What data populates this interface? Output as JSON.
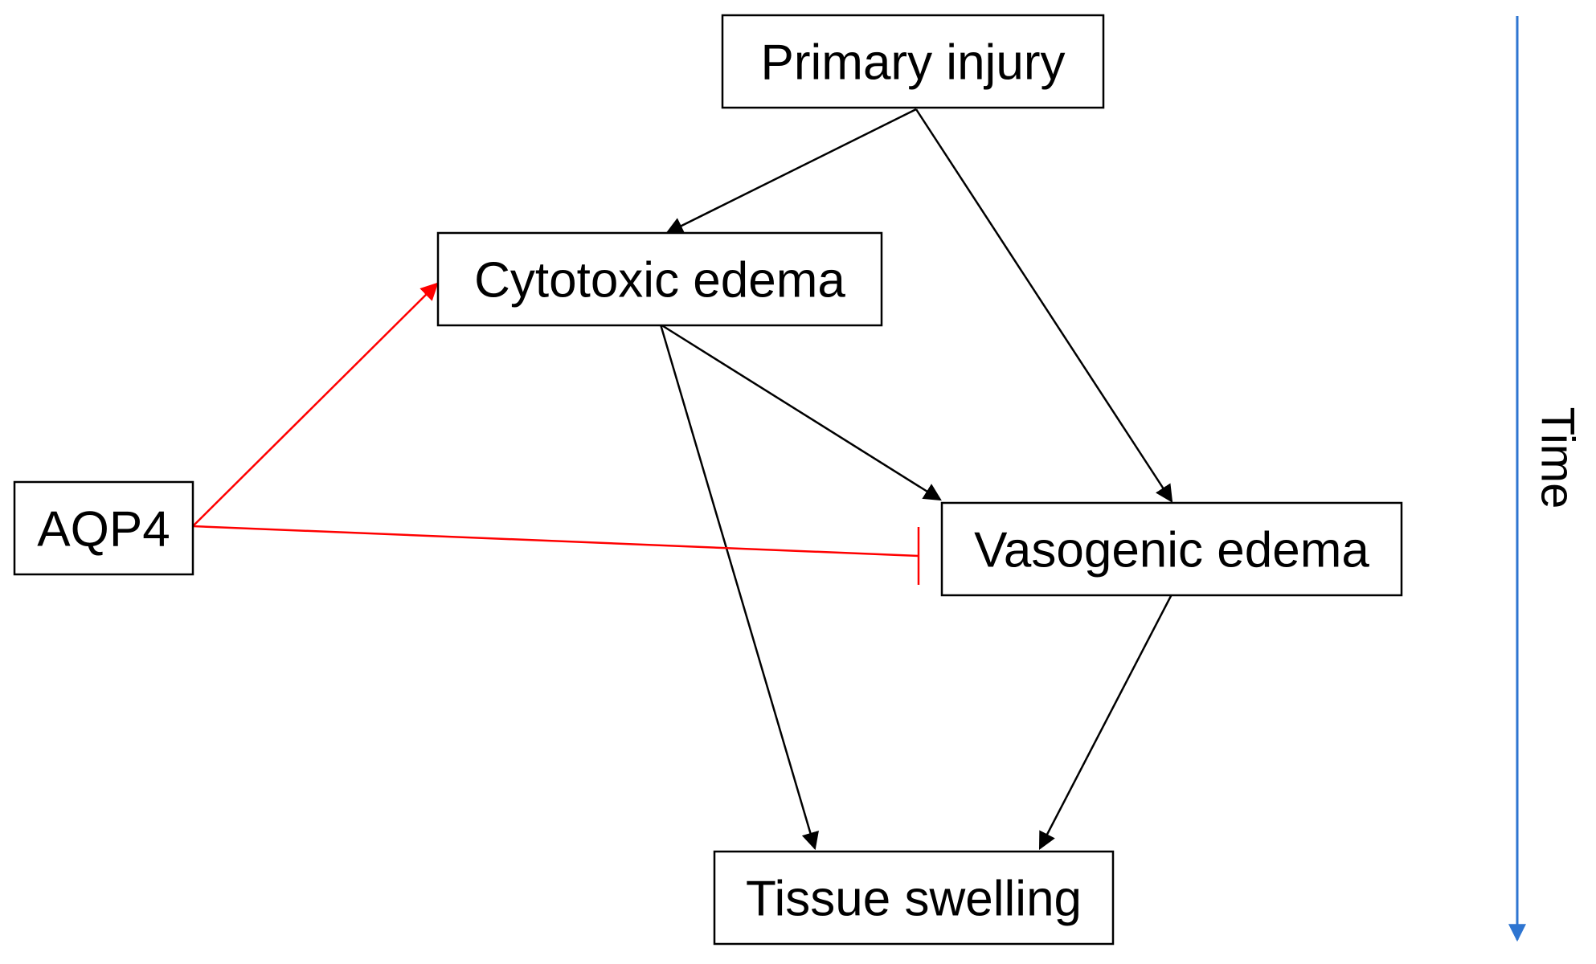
{
  "nodes": {
    "primary_injury": "Primary injury",
    "cytotoxic_edema": "Cytotoxic edema",
    "aqp4": "AQP4",
    "vasogenic_edema": "Vasogenic edema",
    "tissue_swelling": "Tissue swelling"
  },
  "time_axis": {
    "label": "Time",
    "direction": "downward",
    "color": "#2e75d1"
  },
  "edges": [
    {
      "from": "Primary injury",
      "to": "Cytotoxic edema",
      "type": "activation",
      "color": "#000000"
    },
    {
      "from": "Primary injury",
      "to": "Vasogenic edema",
      "type": "activation",
      "color": "#000000"
    },
    {
      "from": "Cytotoxic edema",
      "to": "Vasogenic edema",
      "type": "activation",
      "color": "#000000"
    },
    {
      "from": "Cytotoxic edema",
      "to": "Tissue swelling",
      "type": "activation",
      "color": "#000000"
    },
    {
      "from": "Vasogenic edema",
      "to": "Tissue swelling",
      "type": "activation",
      "color": "#000000"
    },
    {
      "from": "AQP4",
      "to": "Cytotoxic edema",
      "type": "activation",
      "color": "#ff0000"
    },
    {
      "from": "AQP4",
      "to": "Vasogenic edema",
      "type": "inhibition",
      "color": "#ff0000"
    }
  ]
}
